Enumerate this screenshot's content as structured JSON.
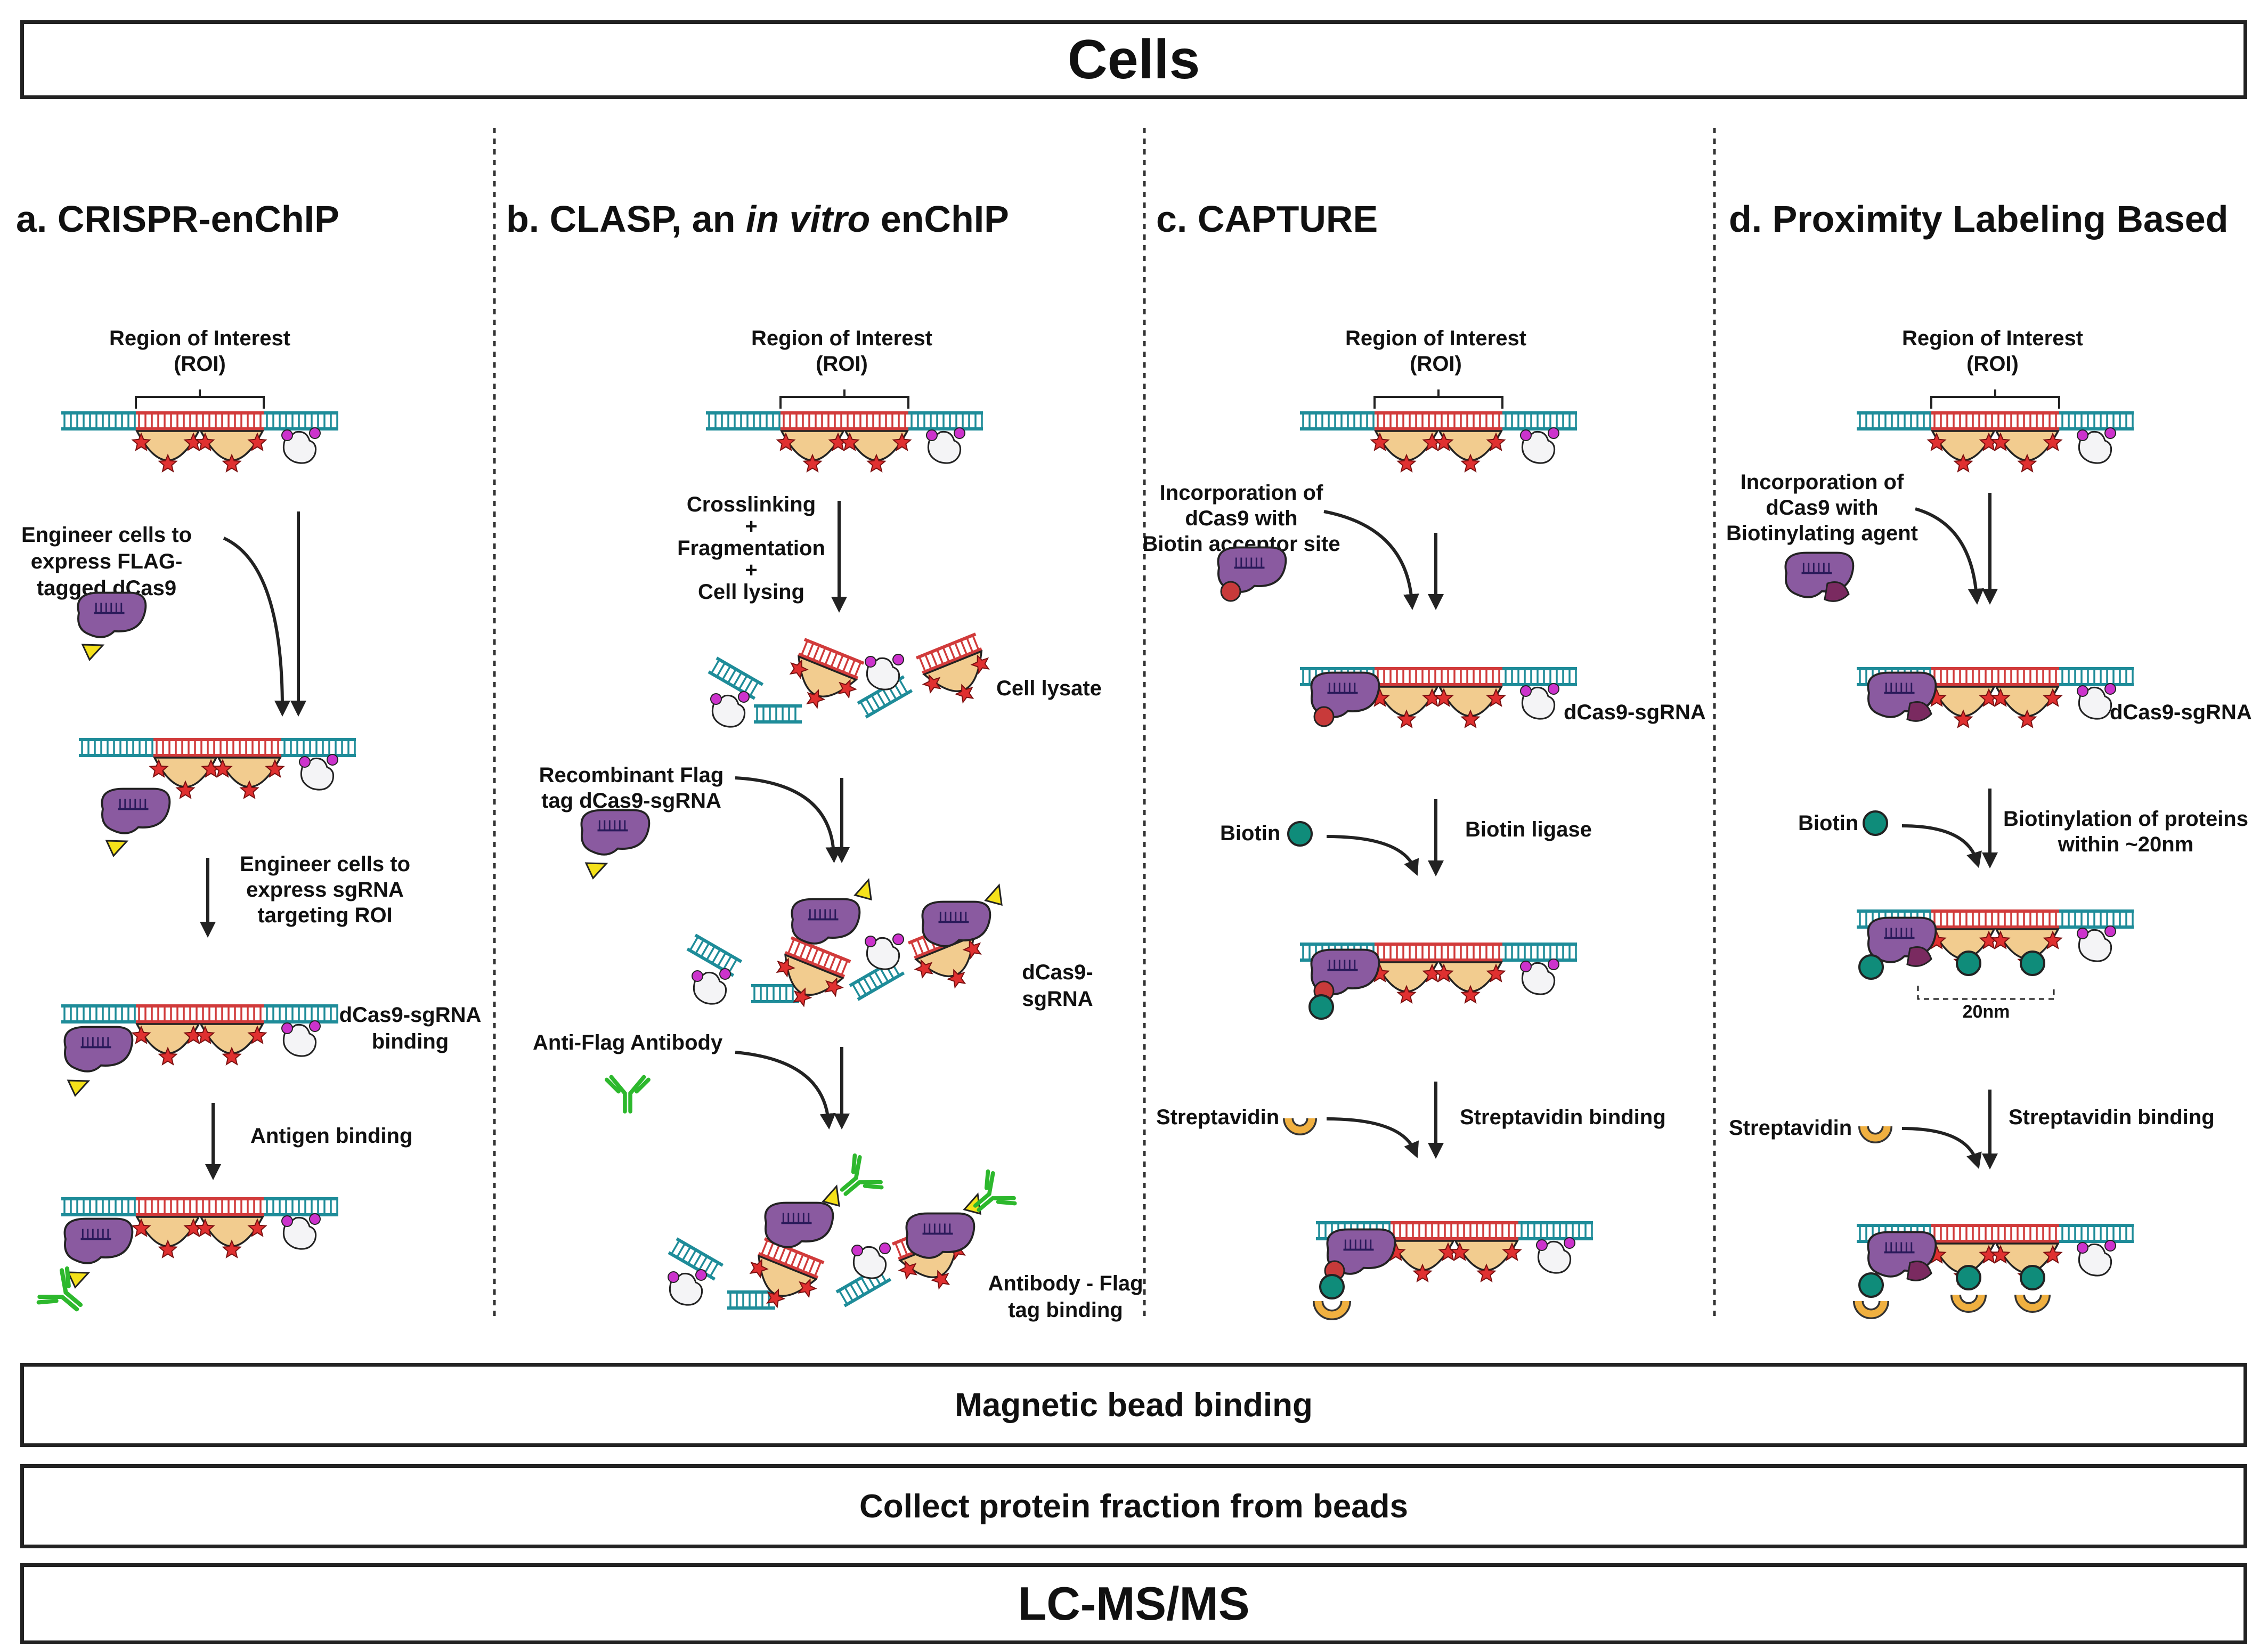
{
  "header": {
    "cells": "Cells"
  },
  "footer": {
    "bead_binding": "Magnetic bead binding",
    "collect": "Collect protein fraction from beads",
    "lcms": "LC-MS/MS"
  },
  "panels": {
    "a": {
      "title": "a. CRISPR-enChIP",
      "roi_line1": "Region of Interest",
      "roi_line2": "(ROI)",
      "step1": [
        "Engineer cells to",
        "express FLAG-",
        "tagged dCas9"
      ],
      "step2": [
        "Engineer cells to",
        "express sgRNA",
        "targeting ROI"
      ],
      "binding": [
        "dCas9-sgRNA",
        "binding"
      ],
      "antigen": "Antigen binding"
    },
    "b": {
      "title_pre": "b. CLASP, an ",
      "title_italic": "in vitro",
      "title_post": " enChIP",
      "roi_line1": "Region of Interest",
      "roi_line2": "(ROI)",
      "step1": [
        "Crosslinking",
        "+",
        "Fragmentation",
        "+",
        "Cell lysing"
      ],
      "lysate": "Cell lysate",
      "recombinant": [
        "Recombinant Flag",
        "tag dCas9-sgRNA"
      ],
      "dcas9": [
        "dCas9-",
        "sgRNA"
      ],
      "antiflag": "Anti-Flag Antibody",
      "antibody_binding": [
        "Antibody - Flag",
        "tag binding"
      ]
    },
    "c": {
      "title": "c. CAPTURE",
      "roi_line1": "Region of Interest",
      "roi_line2": "(ROI)",
      "incorp": [
        "Incorporation of",
        "dCas9 with",
        "Biotin acceptor site"
      ],
      "dcas9": "dCas9-sgRNA",
      "biotin": "Biotin",
      "ligase": "Biotin ligase",
      "strep": "Streptavidin",
      "strep_binding": "Streptavidin binding"
    },
    "d": {
      "title": "d. Proximity Labeling Based",
      "roi_line1": "Region of Interest",
      "roi_line2": "(ROI)",
      "incorp": [
        "Incorporation of",
        "dCas9 with",
        "Biotinylating agent"
      ],
      "dcas9": "dCas9-sgRNA",
      "biotin": "Biotin",
      "biotinylation": [
        "Biotinylation of proteins",
        "within ~20nm"
      ],
      "distance": "20nm",
      "strep": "Streptavidin",
      "strep_binding": "Streptavidin binding"
    }
  },
  "colors": {
    "dna_outer": "#1e8c99",
    "dna_roi": "#d13b3b",
    "nucleosome": "#f2cc8f",
    "star": "#e03030",
    "dcas9": "#8a5aa0",
    "flag": "#f5e11a",
    "antibody": "#2db82d",
    "biotin": "#0f8c7a",
    "streptavidin": "#f0b040",
    "biotinylator": "#7a2a60",
    "acceptor": "#c83a3a",
    "magenta": "#cc33cc"
  }
}
